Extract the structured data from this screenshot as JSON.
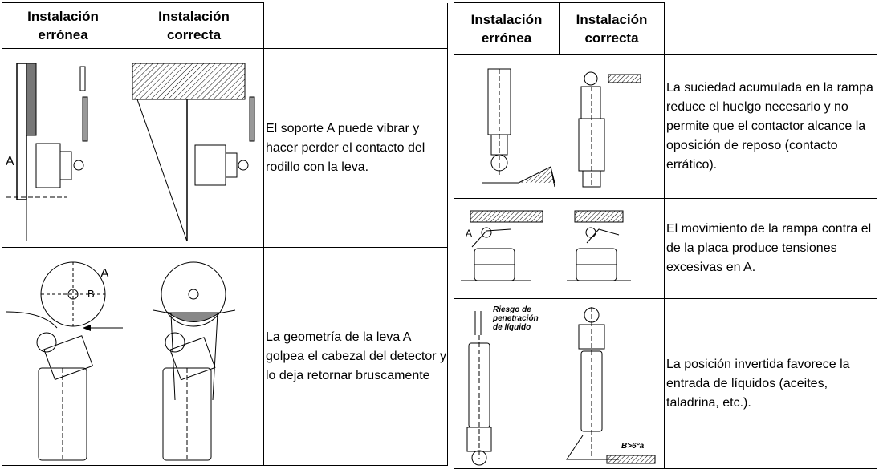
{
  "left": {
    "header": {
      "wrong_l1": "Instalación",
      "wrong_l2": "errónea",
      "right_l1": "Instalación",
      "right_l2": "correcta"
    },
    "rows": [
      {
        "desc": "El soporte A puede vibrar y hacer perder el contacto del rodillo con la leva.",
        "label_a": "A"
      },
      {
        "desc": "La geometría de la leva A golpea el cabezal del detector y lo deja retornar bruscamente",
        "label_a": "A",
        "label_b": "B"
      }
    ]
  },
  "right": {
    "header": {
      "wrong_l1": "Instalación",
      "wrong_l2": "errónea",
      "right_l1": "Instalación",
      "right_l2": "correcta"
    },
    "rows": [
      {
        "desc": "La suciedad acumulada en la rampa reduce el huelgo necesario y no permite que el contactor alcance la oposición de reposo (contacto errático)."
      },
      {
        "desc": "El movimiento de la rampa contra el de la placa produce tensiones excesivas en A.",
        "label_a": "A"
      },
      {
        "desc": "La posición invertida favorece la entrada de líquidos (aceites, taladrina, etc.).",
        "risk_l1": "Riesgo de",
        "risk_l2": "penetración",
        "risk_l3": "de líquido",
        "angle": "B>6°a"
      }
    ]
  }
}
